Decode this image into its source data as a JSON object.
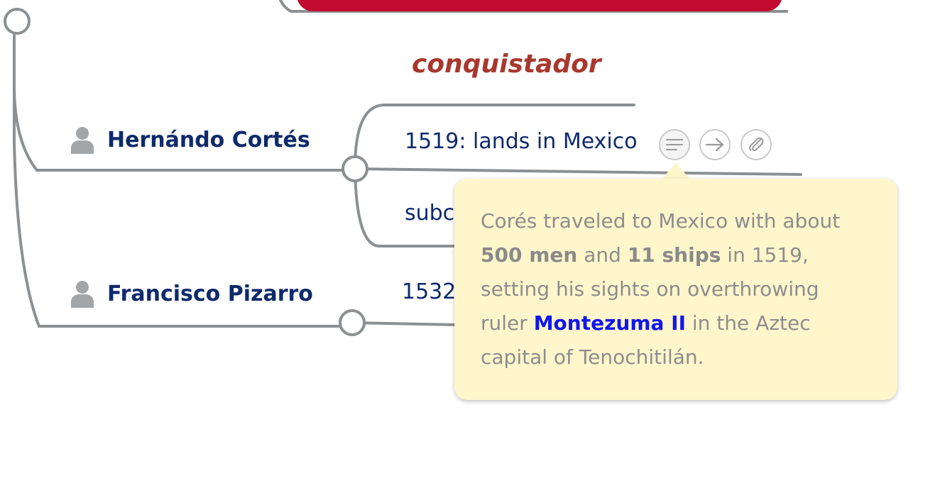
{
  "section_label": "conquistador",
  "people": [
    {
      "name": "Hernándo Cortés",
      "topics": [
        "1519: lands in Mexico",
        "subc"
      ]
    },
    {
      "name": "Francisco Pizarro",
      "topics": [
        "1532"
      ]
    }
  ],
  "topic_icons": [
    "notes-icon",
    "link-arrow-icon",
    "attachment-icon"
  ],
  "note": {
    "line1": "Corés traveled to Mexico with about",
    "men": "500 men",
    "and": " and ",
    "ships": "11 ships",
    "year": " in 1519,",
    "line3": "setting his sights on overthrowing",
    "ruler": "ruler ",
    "link": "Montezuma II",
    "aztec": " in the Aztec",
    "line5": "capital of Tenochitilán."
  },
  "colors": {
    "accent_red": "#c10a2d",
    "section_label": "#a8382e",
    "text_navy": "#0e2a6b",
    "note_background": "#fff6cc",
    "link_blue": "#1016f0"
  }
}
